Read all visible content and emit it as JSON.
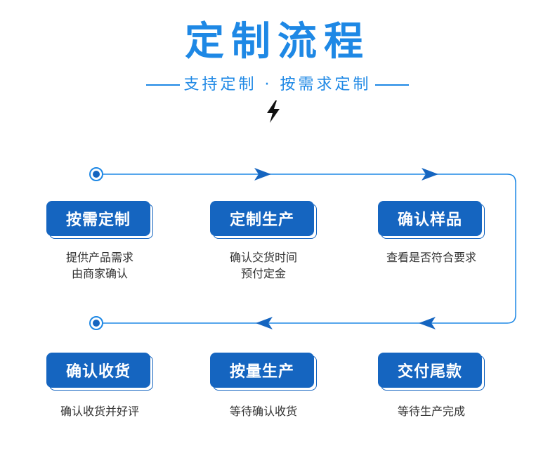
{
  "header": {
    "title": "定制流程",
    "subtitle": "支持定制 · 按需求定制"
  },
  "colors": {
    "accent": "#1E88E5",
    "box": "#1565C0",
    "line": "#1E88E5"
  },
  "steps": [
    {
      "label": "按需定制",
      "desc1": "提供产品需求",
      "desc2": "由商家确认"
    },
    {
      "label": "定制生产",
      "desc1": "确认交货时间",
      "desc2": "预付定金"
    },
    {
      "label": "确认样品",
      "desc1": "查看是否符合要求",
      "desc2": ""
    },
    {
      "label": "交付尾款",
      "desc1": "等待生产完成",
      "desc2": ""
    },
    {
      "label": "按量生产",
      "desc1": "等待确认收货",
      "desc2": ""
    },
    {
      "label": "确认收货",
      "desc1": "确认收货并好评",
      "desc2": ""
    }
  ]
}
